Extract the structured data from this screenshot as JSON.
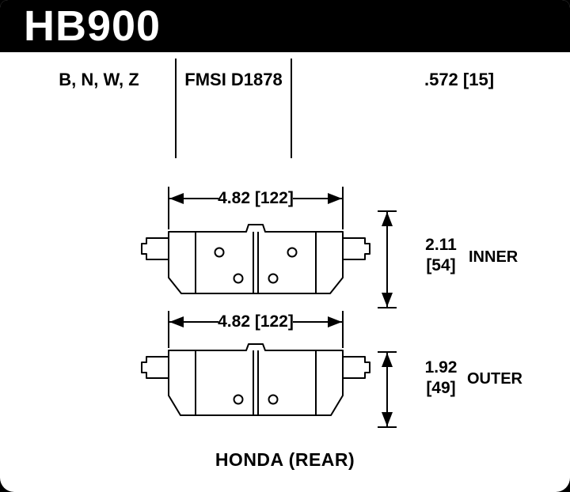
{
  "colors": {
    "bar_bg": "#000000",
    "bar_text": "#ffffff",
    "line": "#000000",
    "background": "#ffffff"
  },
  "header": {
    "part_number": "HB900"
  },
  "spec_row": {
    "compounds": "B, N, W, Z",
    "fmsi": "FMSI D1878",
    "thickness": ".572 [15]"
  },
  "inner_pad": {
    "width": "4.82 [122]",
    "height_in": "2.11",
    "height_mm": "[54]",
    "label": "INNER"
  },
  "outer_pad": {
    "width": "4.82 [122]",
    "height_in": "1.92",
    "height_mm": "[49]",
    "label": "OUTER"
  },
  "footer": {
    "application": "HONDA (REAR)"
  }
}
